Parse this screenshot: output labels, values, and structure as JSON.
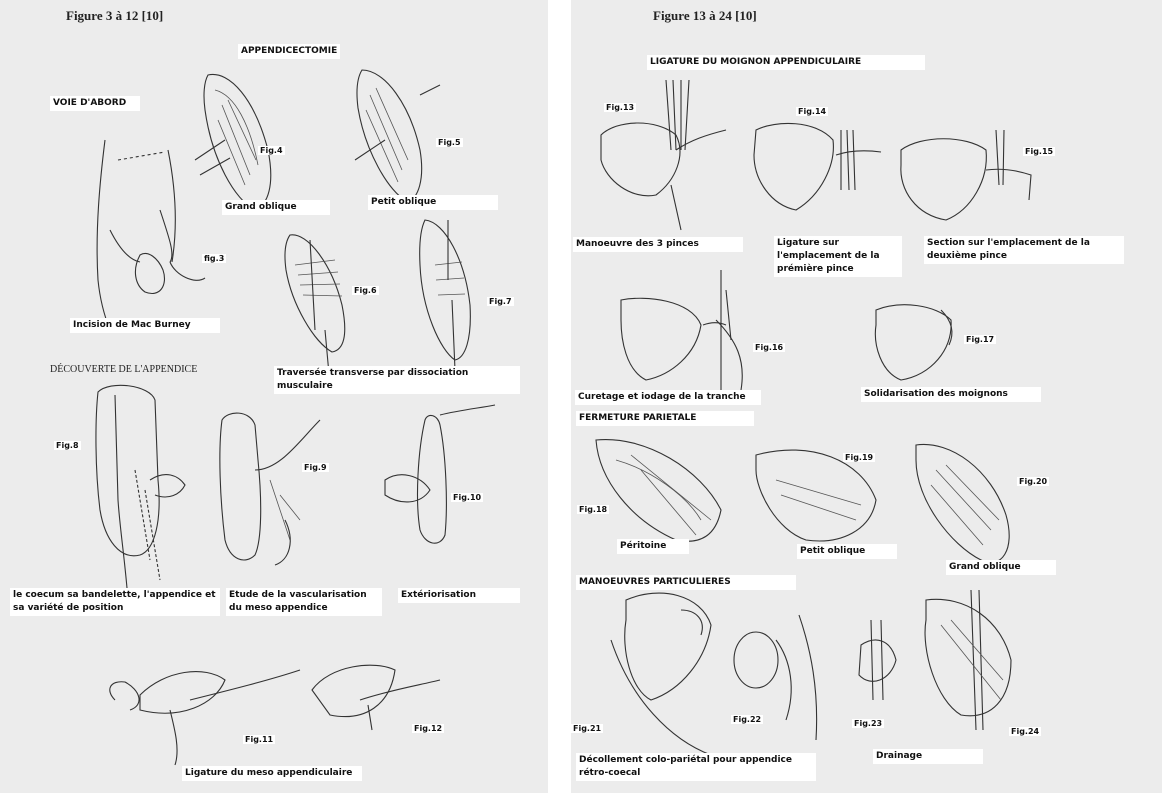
{
  "left_page": {
    "title": "Figure 3 à 12  [10]",
    "headings": {
      "appendicectomie": "APPENDICECTOMIE",
      "voie_abord": "VOIE D'ABORD",
      "decouverte": "DÉCOUVERTE DE L'APPENDICE"
    },
    "figures": {
      "fig3": "fig.3",
      "fig4": "Fig.4",
      "fig5": "Fig.5",
      "fig6": "Fig.6",
      "fig7": "Fig.7",
      "fig8": "Fig.8",
      "fig9": "Fig.9",
      "fig10": "Fig.10",
      "fig11": "Fig.11",
      "fig12": "Fig.12"
    },
    "captions": {
      "grand_oblique": "Grand oblique",
      "petit_oblique": "Petit oblique",
      "incision": "Incision de Mac Burney",
      "traversee": "Traversée transverse par dissociation musculaire",
      "coecum": "le coecum sa bandelette, l'appendice et sa variété de position",
      "etude": "Etude de la vascularisation du meso appendice",
      "exteriorisation": "Extériorisation",
      "ligature_meso": "Ligature du meso appendiculaire"
    }
  },
  "right_page": {
    "title": "Figure 13 à 24 [10]",
    "headings": {
      "ligature_moignon": "LIGATURE DU MOIGNON APPENDICULAIRE",
      "fermeture": "FERMETURE PARIETALE",
      "manoeuvres": "MANOEUVRES PARTICULIERES"
    },
    "figures": {
      "fig13": "Fig.13",
      "fig14": "Fig.14",
      "fig15": "Fig.15",
      "fig16": "Fig.16",
      "fig17": "Fig.17",
      "fig18": "Fig.18",
      "fig19": "Fig.19",
      "fig20": "Fig.20",
      "fig21": "Fig.21",
      "fig22": "Fig.22",
      "fig23": "Fig.23",
      "fig24": "Fig.24"
    },
    "captions": {
      "manoeuvre_pinces": "Manoeuvre des 3 pinces",
      "ligature_emplacement": "Ligature sur l'emplacement de la prémière pince",
      "section": "Section sur l'emplacement de la deuxième pince",
      "curetage": "Curetage et iodage de la tranche",
      "solidarisation": "Solidarisation des moignons",
      "peritoine": "Péritoine",
      "petit_oblique": "Petit oblique",
      "grand_oblique": "Grand oblique",
      "decollement": "Décollement colo-pariétal pour appendice rétro-coecal",
      "drainage": "Drainage"
    }
  }
}
